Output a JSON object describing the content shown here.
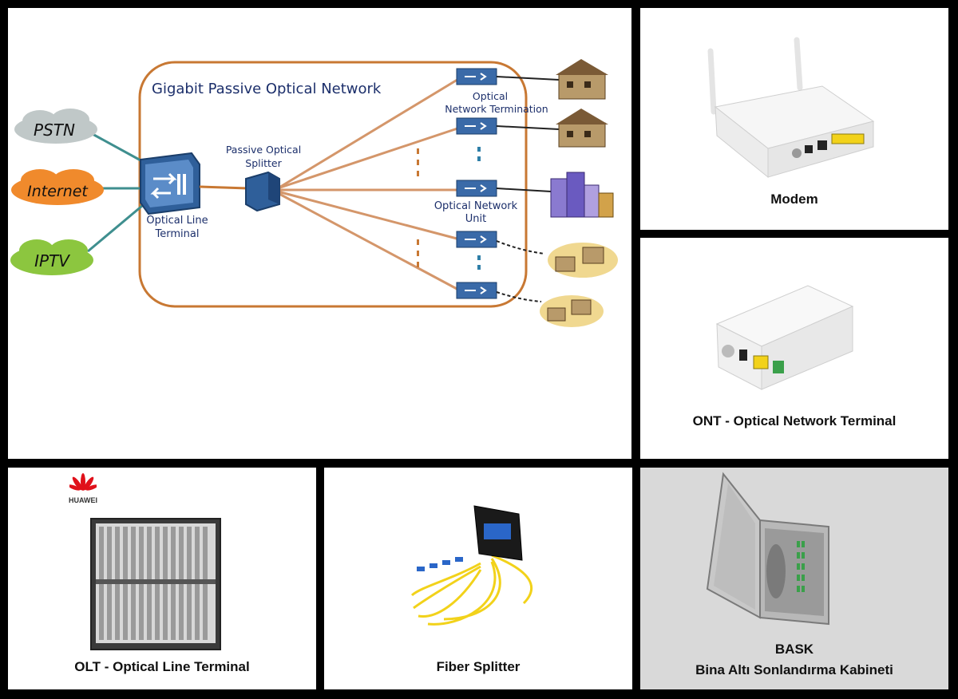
{
  "diagram": {
    "title": "Gigabit Passive Optical Network",
    "clouds": [
      "PSTN",
      "Internet",
      "IPTV"
    ],
    "olt_label": [
      "Optical Line",
      "Terminal"
    ],
    "splitter_label": [
      "Passive Optical",
      "Splitter"
    ],
    "ont_label": [
      "Optical",
      "Network Termination"
    ],
    "onu_label": [
      "Optical Network",
      "Unit"
    ]
  },
  "panels": {
    "modem": "Modem",
    "ont": "ONT - Optical Network Terminal",
    "olt": "OLT - Optical Line Terminal",
    "olt_brand": "HUAWEI",
    "splitter": "Fiber Splitter",
    "bask_line1": "BASK",
    "bask_line2": "Bina Altı Sonlandırma Kabineti"
  },
  "colors": {
    "frame": "#000000",
    "loop": "#c87833",
    "fiber": "#d4966a",
    "pstn_cloud": "#c0c8c8",
    "internet_cloud": "#f08a2c",
    "iptv_cloud": "#8cc63f",
    "device": "#2f5f9a",
    "cable_yellow": "#f2d21a",
    "connector_blue": "#2a66c8",
    "sfp_green": "#3aa04a"
  },
  "icons": [
    "cloud-icon",
    "olt-switch-icon",
    "splitter-icon",
    "ont-device-icon",
    "house-icon",
    "building-icon",
    "huawei-logo"
  ]
}
